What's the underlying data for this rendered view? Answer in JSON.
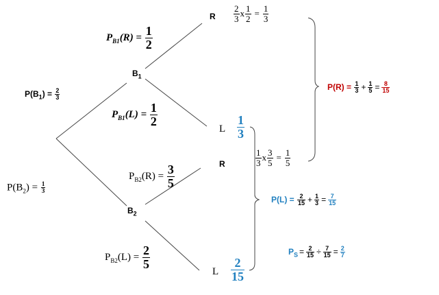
{
  "colors": {
    "line": "#444444",
    "result_red": "#c00000",
    "result_blue": "#1f7fbf"
  },
  "nodes": {
    "b1": {
      "letter": "B",
      "sub": "1"
    },
    "b2": {
      "letter": "B",
      "sub": "2"
    },
    "r_top": "R",
    "l_mid": "L",
    "r_mid": "R",
    "l_bottom": "L"
  },
  "branch_labels": {
    "p_b1": {
      "prefix": "P(B",
      "sub": "1",
      "suffix": ") =",
      "num": "2",
      "den": "3"
    },
    "p_b2": {
      "prefix": "P(B",
      "sub": "2",
      "suffix": ") =",
      "num": "1",
      "den": "3"
    },
    "p_b1_r": {
      "p": "P",
      "sub": "B1",
      "arg": "(R) =",
      "num": "1",
      "den": "2"
    },
    "p_b1_l": {
      "p": "P",
      "sub": "B1",
      "arg": "(L) =",
      "num": "1",
      "den": "2"
    },
    "p_b2_r": {
      "p": "P",
      "sub": "B2",
      "arg": "(R) =",
      "num": "3",
      "den": "5"
    },
    "p_b2_l": {
      "p": "P",
      "sub": "B2",
      "arg": "(L) =",
      "num": "2",
      "den": "5"
    }
  },
  "leaf_values": {
    "l_mid": {
      "num": "1",
      "den": "3"
    },
    "l_bottom": {
      "num": "2",
      "den": "15"
    }
  },
  "products": {
    "top": {
      "a_num": "2",
      "a_den": "3",
      "x": "x",
      "b_num": "1",
      "b_den": "2",
      "eq": "=",
      "r_num": "1",
      "r_den": "3"
    },
    "mid": {
      "a_num": "1",
      "a_den": "3",
      "x": "x",
      "b_num": "3",
      "b_den": "5",
      "eq": "=",
      "r_num": "1",
      "r_den": "5"
    }
  },
  "results": {
    "p_r": {
      "label": "P(R) =",
      "a_num": "1",
      "a_den": "3",
      "plus": "+",
      "b_num": "1",
      "b_den": "5",
      "eq": "=",
      "r_num": "8",
      "r_den": "15"
    },
    "p_l": {
      "label": "P(L) =",
      "a_num": "2",
      "a_den": "15",
      "plus": "+",
      "b_num": "1",
      "b_den": "3",
      "eq": "=",
      "r_num": "7",
      "r_den": "15"
    },
    "p_s": {
      "label": "P",
      "sub": "S",
      "eq1": "=",
      "a_num": "2",
      "a_den": "15",
      "div": "÷",
      "b_num": "7",
      "b_den": "15",
      "eq2": "=",
      "r_num": "2",
      "r_den": "7"
    }
  }
}
